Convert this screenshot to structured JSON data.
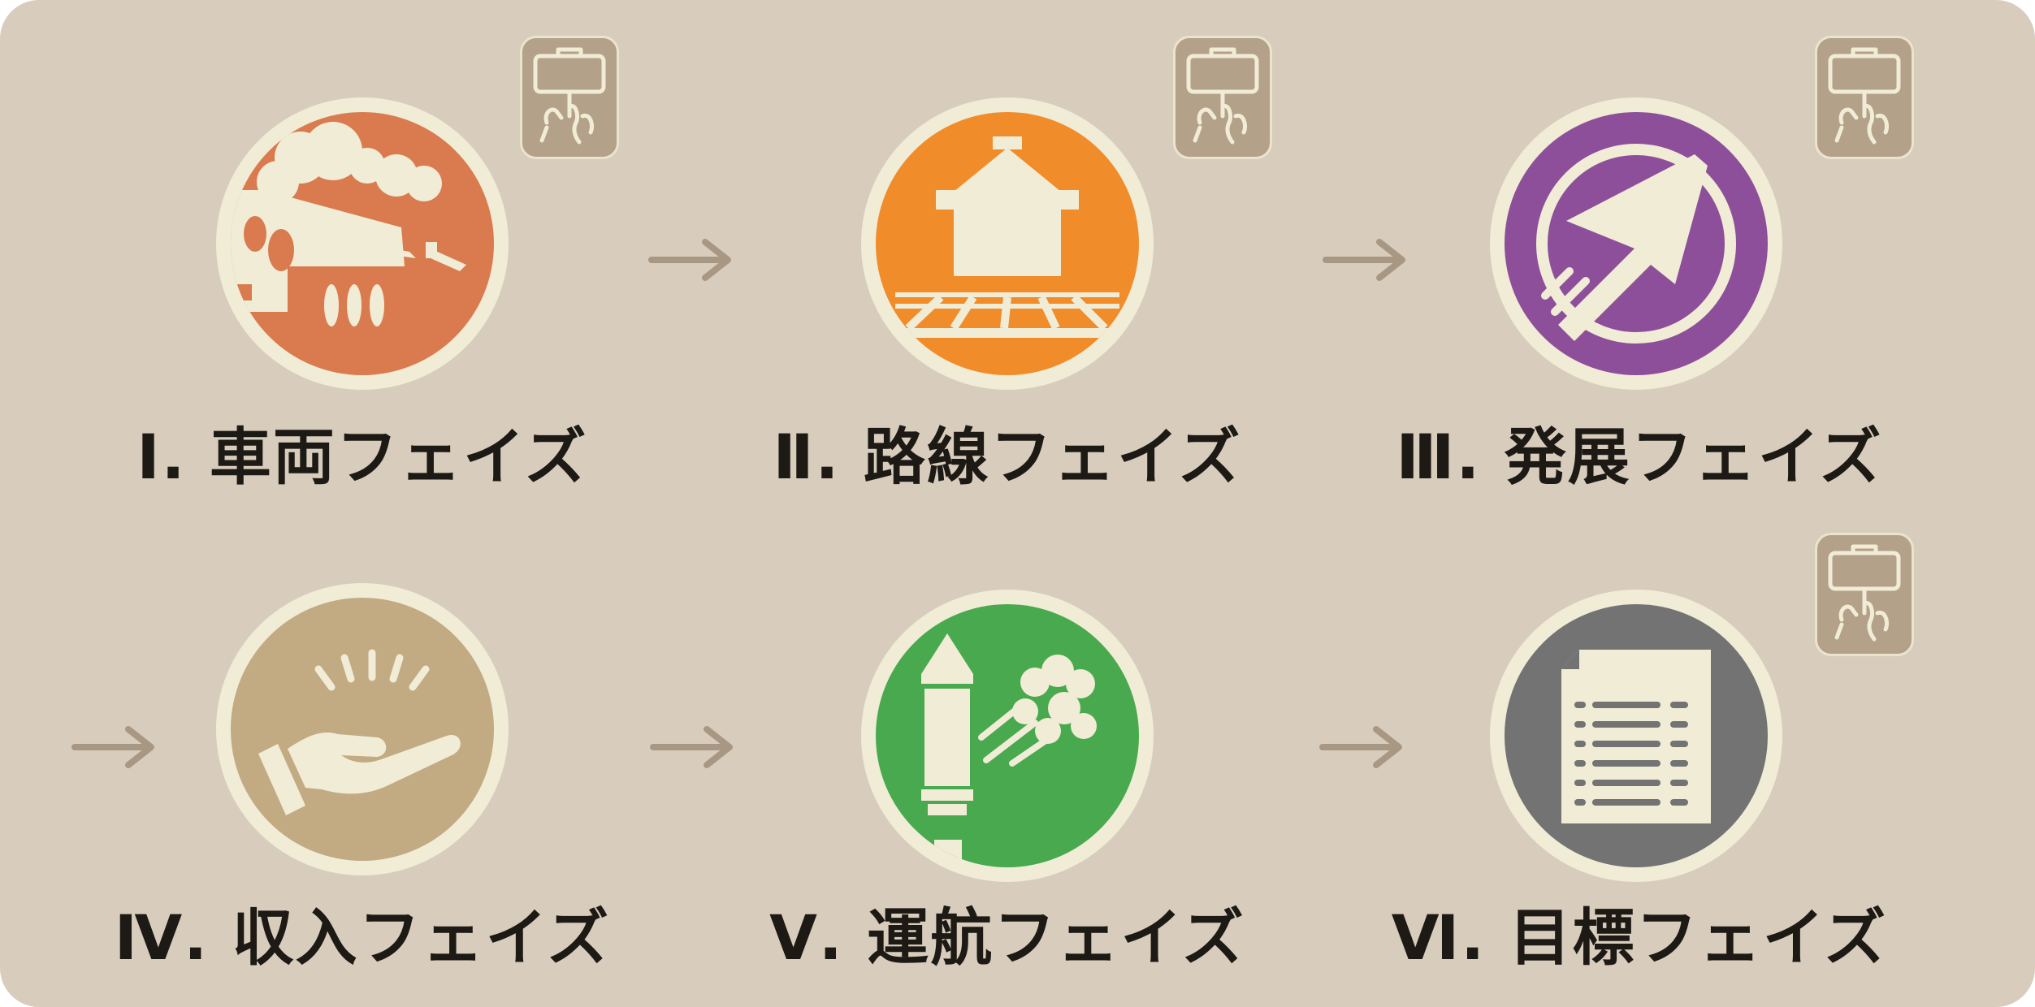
{
  "colors": {
    "board": "#d8cdbd",
    "ring": "#f1ecd6",
    "text": "#1d1914",
    "badge": "#b3a18a",
    "arrow": "#a89883"
  },
  "phases": [
    {
      "label": "Ⅰ. 車両フェイズ",
      "color": "#d97b4f",
      "icon": "steam-locomotive-icon",
      "has_action_badge": true
    },
    {
      "label": "Ⅱ. 路線フェイズ",
      "color": "#f18c2b",
      "icon": "station-tracks-icon",
      "has_action_badge": true
    },
    {
      "label": "Ⅲ. 発展フェイズ",
      "color": "#8e4f9a",
      "icon": "growth-arrow-icon",
      "has_action_badge": true
    },
    {
      "label": "Ⅳ. 収入フェイズ",
      "color": "#c2aa83",
      "icon": "receiving-hand-icon",
      "has_action_badge": false
    },
    {
      "label": "Ⅴ. 運航フェイズ",
      "color": "#49a94f",
      "icon": "smokestack-icon",
      "has_action_badge": false
    },
    {
      "label": "Ⅵ. 目標フェイズ",
      "color": "#737373",
      "icon": "objective-document-icon",
      "has_action_badge": true
    }
  ],
  "action_badge_icon": "hand-holding-sign-icon",
  "flow_arrow_icon": "arrow-right-icon"
}
